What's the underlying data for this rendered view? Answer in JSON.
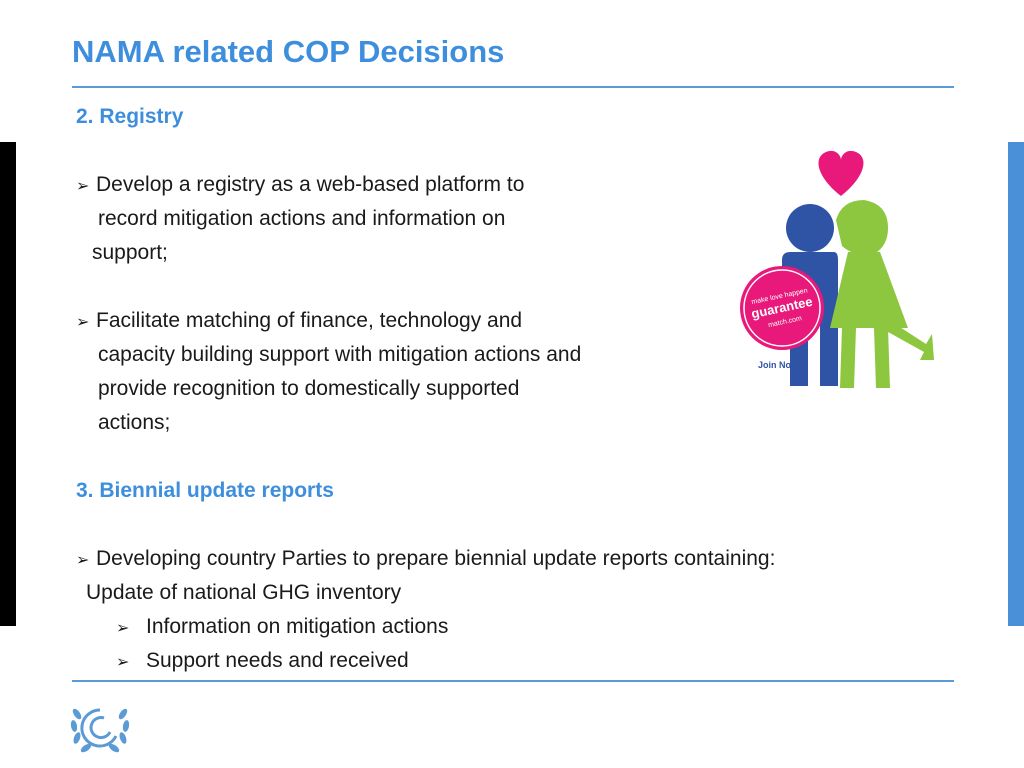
{
  "slide": {
    "title": "NAMA related COP Decisions",
    "section1_heading": "2. Registry",
    "bullet1": [
      "Develop a registry as a web-based platform to",
      "record mitigation actions and information on",
      "support;"
    ],
    "bullet2": [
      "Facilitate matching of finance, technology and",
      "capacity building support with mitigation actions and",
      "provide recognition to domestically supported",
      "actions;"
    ],
    "section2_heading": "3. Biennial update reports",
    "bullet3": [
      "Developing country Parties to prepare biennial update reports containing:",
      "Update of national GHG inventory"
    ],
    "sub_bullets": [
      "Information on mitigation actions",
      "Support needs and received"
    ],
    "arrow_glyph": "➢"
  },
  "badge": {
    "line1": "make love happen",
    "line2": "guarantee",
    "line3": "match.com",
    "join": "Join Now"
  },
  "colors": {
    "title": "#3e8ede",
    "heading": "#3e8ede",
    "heart": "#e8197a",
    "man": "#2f54a6",
    "woman": "#8dc63f",
    "badge": "#e8197a",
    "rule": "#5b9bd5"
  },
  "icons": {
    "logo": "unfccc-wreath-logo",
    "illustration": "couple-heart-icon"
  }
}
